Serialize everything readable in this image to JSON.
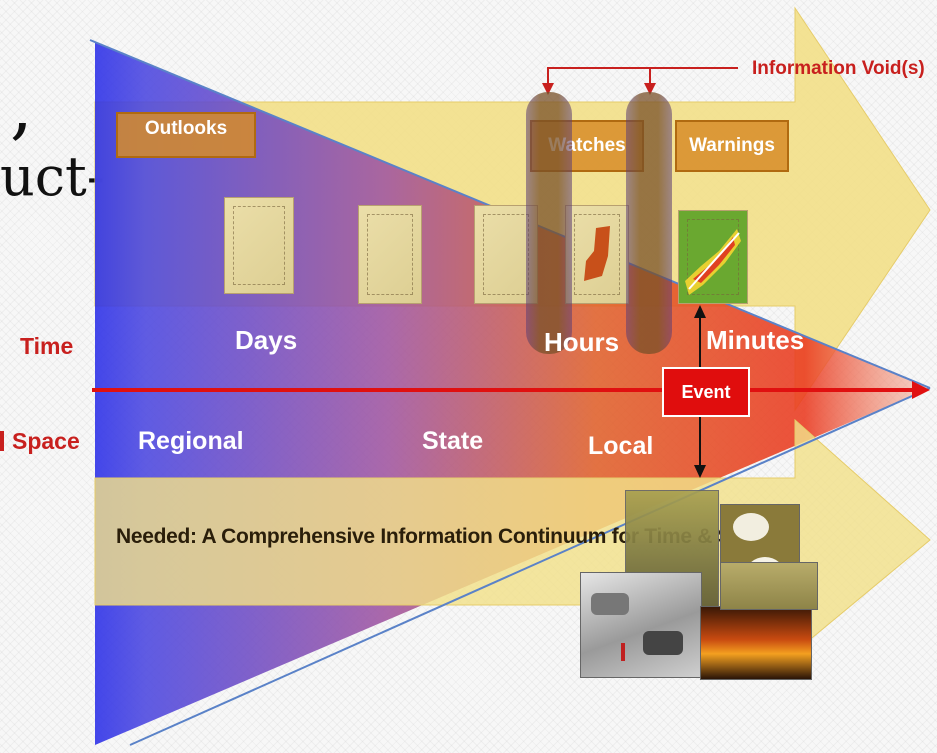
{
  "slide_cut_text": {
    "line1": ",",
    "line2": "uct-"
  },
  "info_void": {
    "label": "Information Void(s)",
    "color": "#c8201e"
  },
  "top_band": {
    "outlooks_label": "Outlooks",
    "watches_label": "Watches",
    "warnings_label": "Warnings"
  },
  "time_row": {
    "axis_label": "Time",
    "days": "Days",
    "hours": "Hours",
    "minutes": "Minutes"
  },
  "event": {
    "label": "Event"
  },
  "space_row": {
    "axis_label": "Space",
    "regional": "Regional",
    "state": "State",
    "local": "Local"
  },
  "bottom_band": {
    "caption": "Needed: A Comprehensive Information Continuum for Time & Space"
  },
  "colors": {
    "arrow_yellow": "#f2e08a",
    "gradient_blue": "#3a3ee0",
    "gradient_red": "#e5392a",
    "timeline_red": "#e01010",
    "label_red": "#c8201e",
    "box_orange": "#d88c28"
  }
}
